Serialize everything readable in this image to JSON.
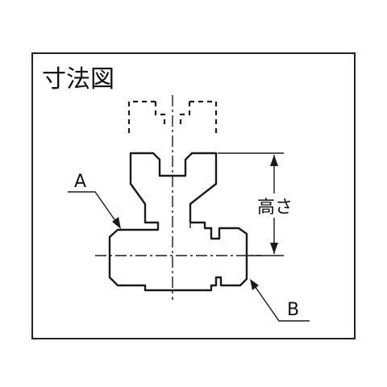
{
  "diagram": {
    "title": "寸法図",
    "labels": {
      "a": "A",
      "b": "B",
      "height": "高さ"
    }
  }
}
